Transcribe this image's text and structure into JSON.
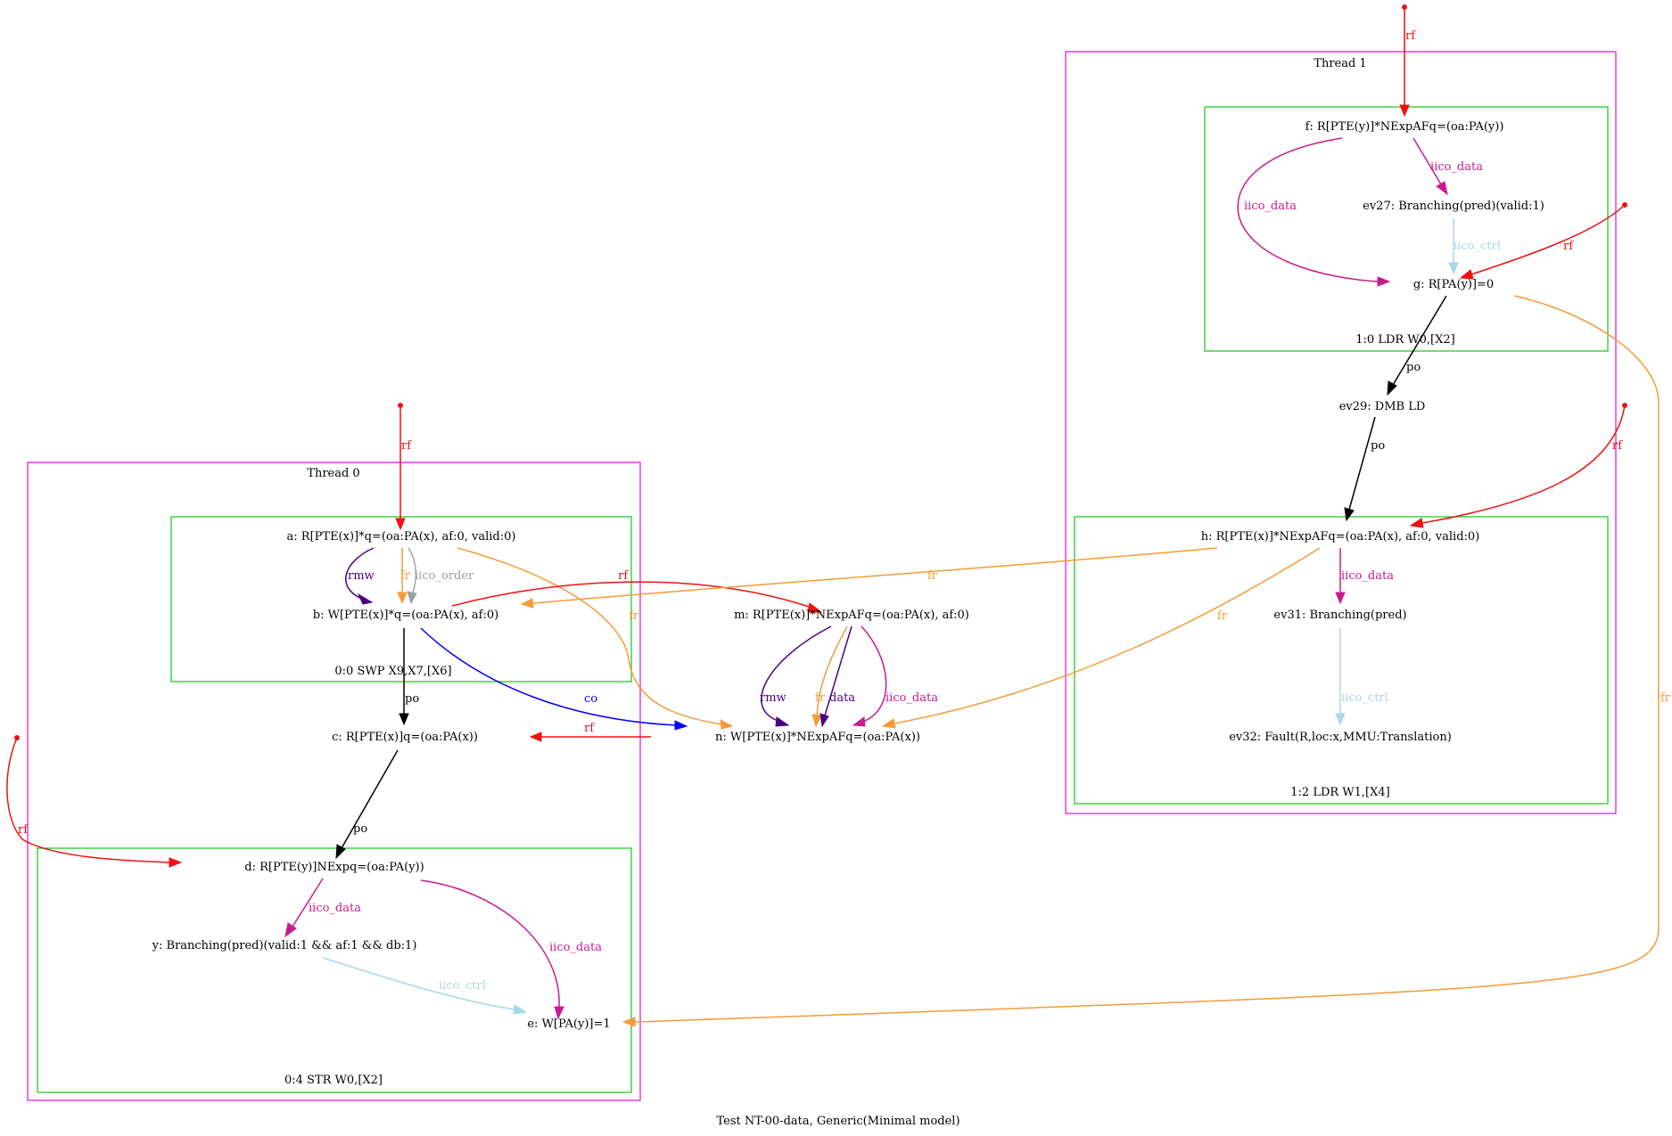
{
  "caption": "Test NT-00-data, Generic(Minimal model)",
  "colors": {
    "thread_border": "#e31ee3",
    "instr_border": "#22cc22",
    "rf": "#ee1111",
    "fr": "#f59b3a",
    "po": "#000000",
    "co": "#0000ff",
    "rmw": "#4b0082",
    "data": "#4b0082",
    "iico_data": "#c71c8e",
    "iico_ctrl": "#a8d8e6",
    "iico_order": "#a0a0a0"
  },
  "threads": [
    {
      "id": "t0",
      "label": "Thread 0"
    },
    {
      "id": "t1",
      "label": "Thread 1"
    }
  ],
  "instructions": [
    {
      "id": "i00",
      "label": "0:0 SWP X9,X7,[X6]"
    },
    {
      "id": "i04",
      "label": "0:4 STR W0,[X2]"
    },
    {
      "id": "i10",
      "label": "1:0 LDR W0,[X2]"
    },
    {
      "id": "i12",
      "label": "1:2 LDR W1,[X4]"
    }
  ],
  "nodes": {
    "a": "a: R[PTE(x)]*q=(oa:PA(x), af:0, valid:0)",
    "b": "b: W[PTE(x)]*q=(oa:PA(x), af:0)",
    "c": "c: R[PTE(x)]q=(oa:PA(x))",
    "d": "d: R[PTE(y)]NExpq=(oa:PA(y))",
    "y": "y: Branching(pred)(valid:1 && af:1 && db:1)",
    "e": "e: W[PA(y)]=1",
    "m": "m: R[PTE(x)]*NExpAFq=(oa:PA(x), af:0)",
    "n": "n: W[PTE(x)]*NExpAFq=(oa:PA(x))",
    "f": "f: R[PTE(y)]*NExpAFq=(oa:PA(y))",
    "ev27": "ev27: Branching(pred)(valid:1)",
    "g": "g: R[PA(y)]=0",
    "ev29": "ev29: DMB LD",
    "h": "h: R[PTE(x)]*NExpAFq=(oa:PA(x), af:0, valid:0)",
    "ev31": "ev31: Branching(pred)",
    "ev32": "ev32: Fault(R,loc:x,MMU:Translation)"
  },
  "edges": [
    {
      "id": "rf-init-a",
      "label": "rf",
      "kind": "rf"
    },
    {
      "id": "rmw-a-b",
      "label": "rmw",
      "kind": "rmw"
    },
    {
      "id": "fr-a-b",
      "label": "fr",
      "kind": "fr"
    },
    {
      "id": "iico-order-a-b",
      "label": "iico_order",
      "kind": "iico_order"
    },
    {
      "id": "fr-a-n",
      "label": "fr",
      "kind": "fr"
    },
    {
      "id": "rf-b-m",
      "label": "rf",
      "kind": "rf"
    },
    {
      "id": "po-b-c",
      "label": "po",
      "kind": "po"
    },
    {
      "id": "co-b-n",
      "label": "co",
      "kind": "co"
    },
    {
      "id": "rf-n-c",
      "label": "rf",
      "kind": "rf"
    },
    {
      "id": "po-c-d",
      "label": "po",
      "kind": "po"
    },
    {
      "id": "rf-init-d",
      "label": "rf",
      "kind": "rf"
    },
    {
      "id": "iico-data-d-y",
      "label": "iico_data",
      "kind": "iico_data"
    },
    {
      "id": "iico-data-d-e",
      "label": "iico_data",
      "kind": "iico_data"
    },
    {
      "id": "iico-ctrl-y-e",
      "label": "iico_ctrl",
      "kind": "iico_ctrl"
    },
    {
      "id": "rmw-m-n",
      "label": "rmw",
      "kind": "rmw"
    },
    {
      "id": "fr-m-n",
      "label": "fr",
      "kind": "fr"
    },
    {
      "id": "data-m-n",
      "label": "data",
      "kind": "data"
    },
    {
      "id": "iico-data-m-n",
      "label": "iico_data",
      "kind": "iico_data"
    },
    {
      "id": "rf-init-f",
      "label": "rf",
      "kind": "rf"
    },
    {
      "id": "iico-data-f-ev27",
      "label": "iico_data",
      "kind": "iico_data"
    },
    {
      "id": "iico-data-f-g",
      "label": "iico_data",
      "kind": "iico_data"
    },
    {
      "id": "iico-ctrl-ev27-g",
      "label": "iico_ctrl",
      "kind": "iico_ctrl"
    },
    {
      "id": "rf-init-g",
      "label": "rf",
      "kind": "rf"
    },
    {
      "id": "po-g-ev29",
      "label": "po",
      "kind": "po"
    },
    {
      "id": "fr-g-e",
      "label": "fr",
      "kind": "fr"
    },
    {
      "id": "po-ev29-h",
      "label": "po",
      "kind": "po"
    },
    {
      "id": "rf-init-h",
      "label": "rf",
      "kind": "rf"
    },
    {
      "id": "fr-h-b",
      "label": "fr",
      "kind": "fr"
    },
    {
      "id": "fr-h-n",
      "label": "fr",
      "kind": "fr"
    },
    {
      "id": "iico-data-h-ev31",
      "label": "iico_data",
      "kind": "iico_data"
    },
    {
      "id": "iico-ctrl-ev31-ev32",
      "label": "iico_ctrl",
      "kind": "iico_ctrl"
    }
  ]
}
